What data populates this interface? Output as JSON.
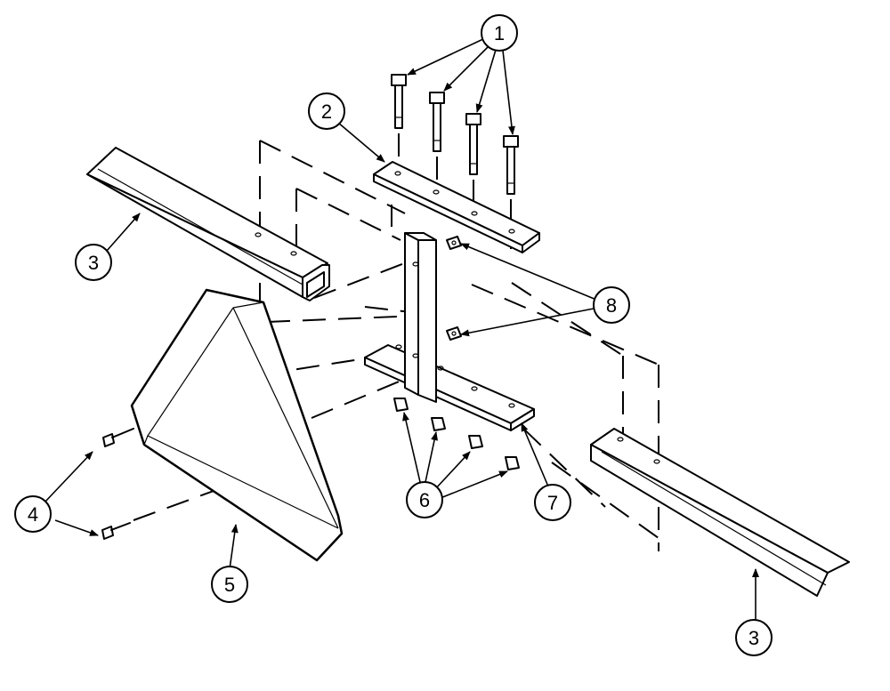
{
  "diagram": {
    "type": "exploded-parts-diagram",
    "callouts": [
      {
        "id": "c1",
        "label": "1"
      },
      {
        "id": "c2",
        "label": "2"
      },
      {
        "id": "c3a",
        "label": "3"
      },
      {
        "id": "c3b",
        "label": "3"
      },
      {
        "id": "c4",
        "label": "4"
      },
      {
        "id": "c5",
        "label": "5"
      },
      {
        "id": "c6",
        "label": "6"
      },
      {
        "id": "c7",
        "label": "7"
      },
      {
        "id": "c8",
        "label": "8"
      }
    ]
  }
}
